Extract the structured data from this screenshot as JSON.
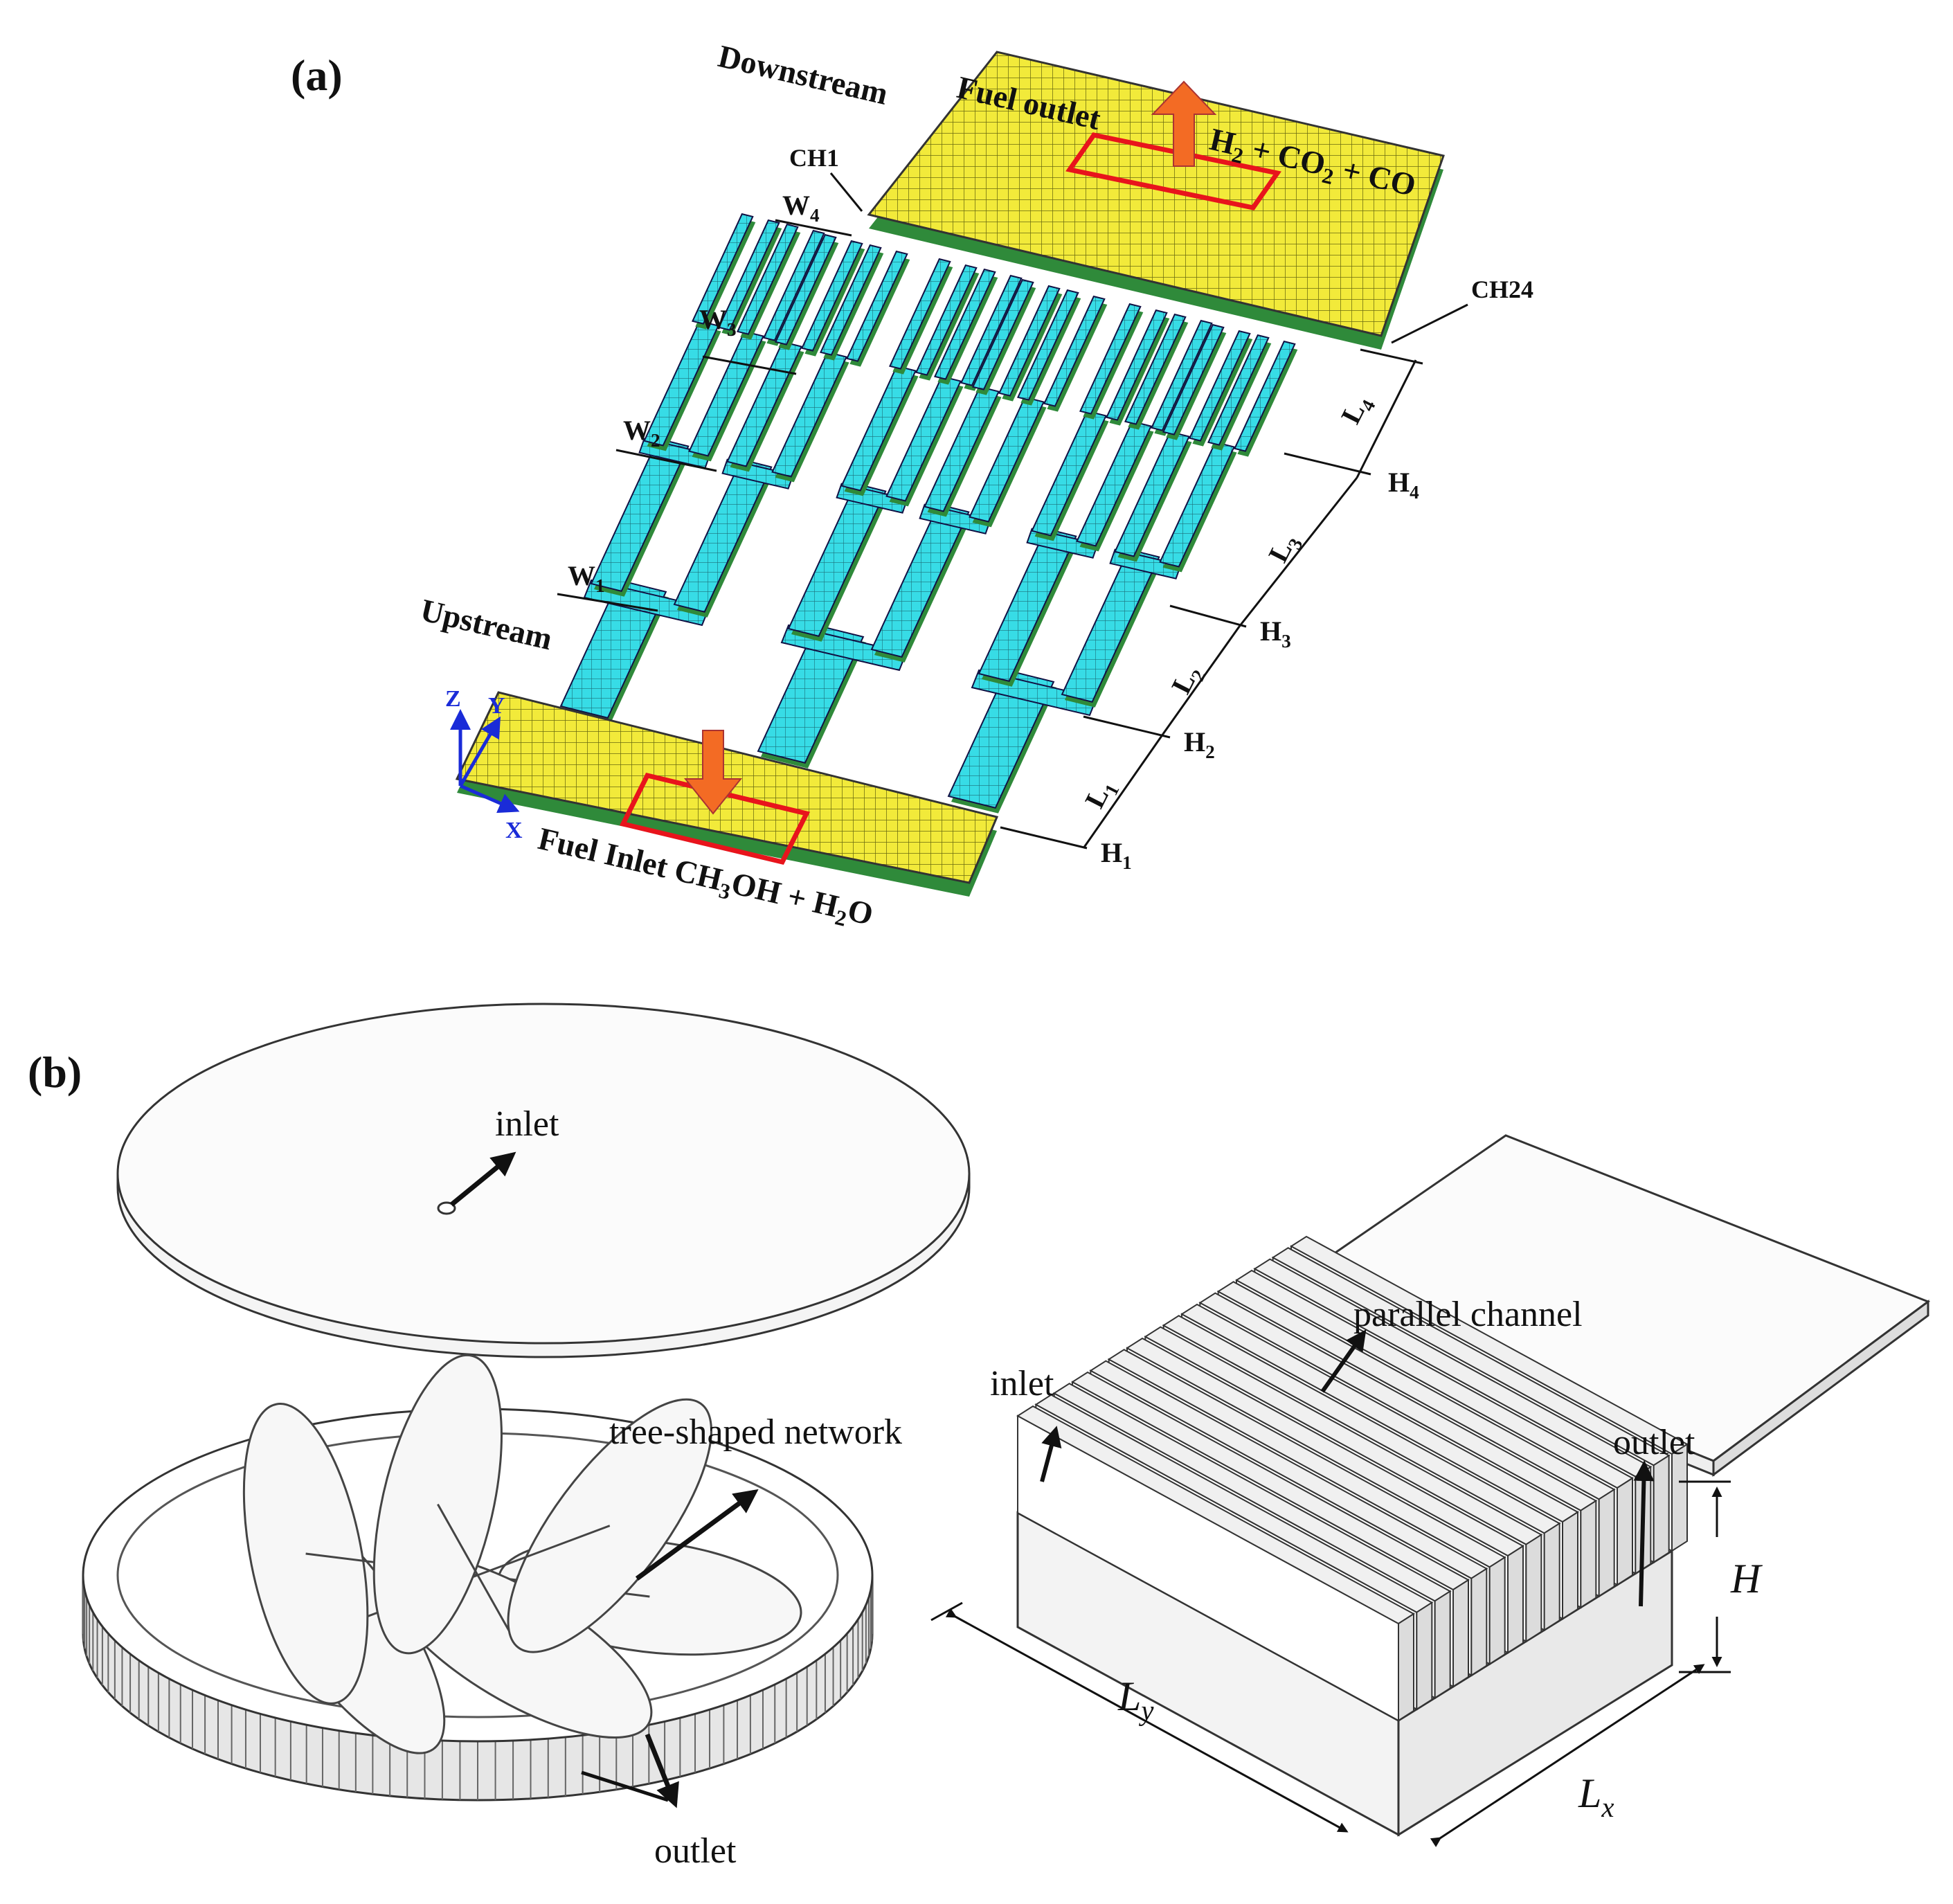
{
  "panel_a": {
    "label": "(a)",
    "downstream": "Downstream",
    "upstream": "Upstream",
    "fuel_outlet": "Fuel outlet",
    "outlet_species": {
      "h": "H",
      "h_sub": "2",
      "plus1": " + CO",
      "co2_sub": "2",
      "plus2": " + CO"
    },
    "fuel_inlet_prefix": "Fuel Inlet CH",
    "fuel_inlet_sub1": "3",
    "fuel_inlet_mid": "OH + H",
    "fuel_inlet_sub2": "2",
    "fuel_inlet_end": "O",
    "ch_first": "CH1",
    "ch_last": "CH24",
    "widths": [
      {
        "base": "W",
        "sub": "1"
      },
      {
        "base": "W",
        "sub": "2"
      },
      {
        "base": "W",
        "sub": "3"
      },
      {
        "base": "W",
        "sub": "4"
      }
    ],
    "heights": [
      {
        "base": "H",
        "sub": "1"
      },
      {
        "base": "H",
        "sub": "2"
      },
      {
        "base": "H",
        "sub": "3"
      },
      {
        "base": "H",
        "sub": "4"
      }
    ],
    "lengths": [
      {
        "base": "L",
        "sub": "1"
      },
      {
        "base": "L",
        "sub": "2"
      },
      {
        "base": "L",
        "sub": "3"
      },
      {
        "base": "L",
        "sub": "4"
      }
    ],
    "axes": {
      "z": "Z",
      "y": "Y",
      "x": "X"
    },
    "colors": {
      "manifold": "#f2ea3a",
      "channel": "#37dce6",
      "base": "#2f8a3a",
      "arrow": "#f36b24",
      "box": "#e8141c",
      "axis": "#1a2bd8"
    }
  },
  "panel_b": {
    "label": "(b)",
    "disk_inlet": "inlet",
    "tree_network": "tree-shaped network",
    "disk_outlet": "outlet",
    "parallel_channel": "parallel channel",
    "par_inlet": "inlet",
    "par_outlet": "outlet",
    "dim_h": "H",
    "dim_ly_base": "L",
    "dim_ly_sub": "y",
    "dim_lx_base": "L",
    "dim_lx_sub": "x"
  }
}
